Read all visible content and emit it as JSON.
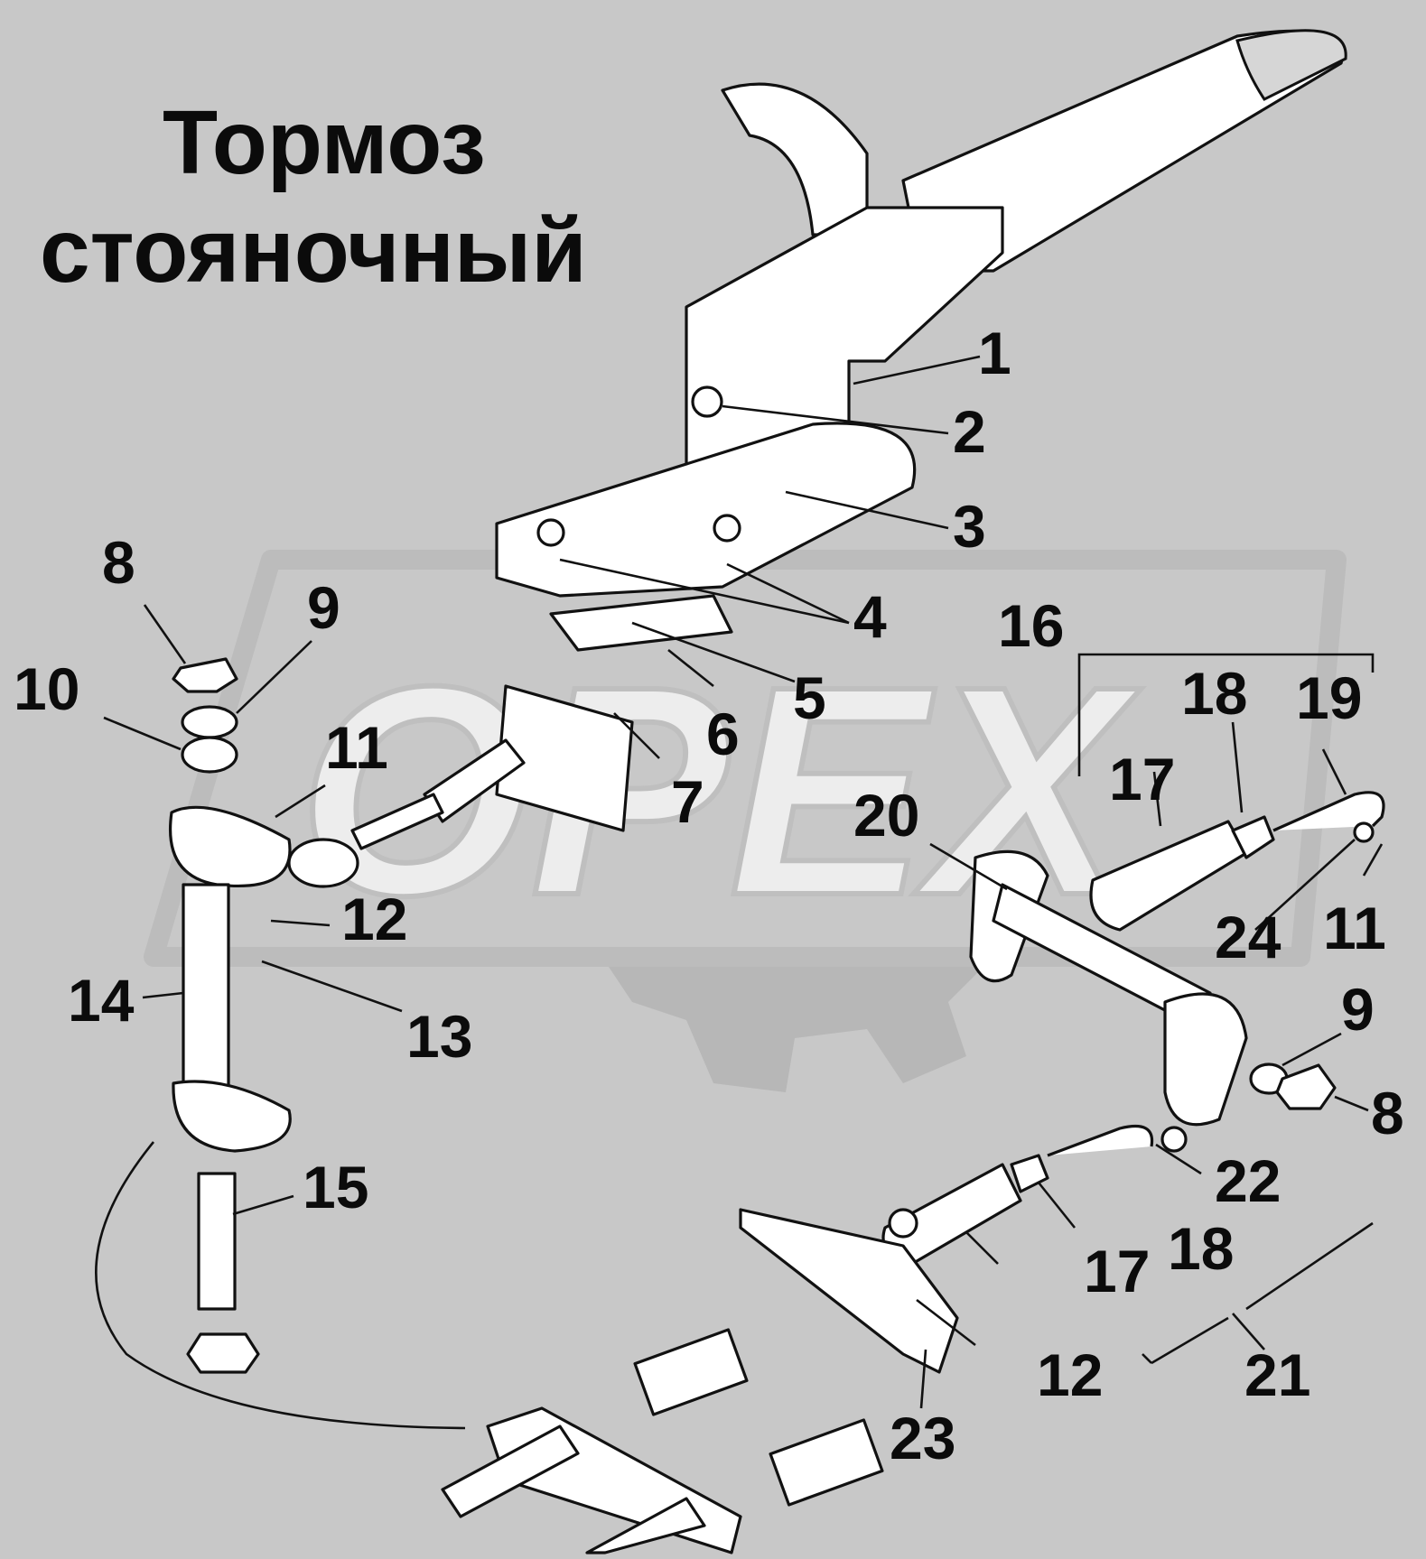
{
  "title": {
    "line1": "Тормоз",
    "line2": "стояночный"
  },
  "watermark": {
    "brand": "OPEX"
  },
  "callouts": [
    {
      "id": "c-1a",
      "label": "1"
    },
    {
      "id": "c-2a",
      "label": "2"
    },
    {
      "id": "c-3a",
      "label": "3"
    },
    {
      "id": "c-4a",
      "label": "4"
    },
    {
      "id": "c-5a",
      "label": "5"
    },
    {
      "id": "c-6a",
      "label": "6"
    },
    {
      "id": "c-7a",
      "label": "7"
    },
    {
      "id": "c-8a",
      "label": "8"
    },
    {
      "id": "c-8b",
      "label": "8"
    },
    {
      "id": "c-9a",
      "label": "9"
    },
    {
      "id": "c-9b",
      "label": "9"
    },
    {
      "id": "c-10a",
      "label": "10"
    },
    {
      "id": "c-11a",
      "label": "11"
    },
    {
      "id": "c-11b",
      "label": "11"
    },
    {
      "id": "c-12a",
      "label": "12"
    },
    {
      "id": "c-12b",
      "label": "12"
    },
    {
      "id": "c-13a",
      "label": "13"
    },
    {
      "id": "c-14a",
      "label": "14"
    },
    {
      "id": "c-15a",
      "label": "15"
    },
    {
      "id": "c-16a",
      "label": "16"
    },
    {
      "id": "c-17a",
      "label": "17"
    },
    {
      "id": "c-17b",
      "label": "17"
    },
    {
      "id": "c-18a",
      "label": "18"
    },
    {
      "id": "c-18b",
      "label": "18"
    },
    {
      "id": "c-19a",
      "label": "19"
    },
    {
      "id": "c-20a",
      "label": "20"
    },
    {
      "id": "c-21a",
      "label": "21"
    },
    {
      "id": "c-22a",
      "label": "22"
    },
    {
      "id": "c-23a",
      "label": "23"
    },
    {
      "id": "c-24a",
      "label": "24"
    }
  ]
}
